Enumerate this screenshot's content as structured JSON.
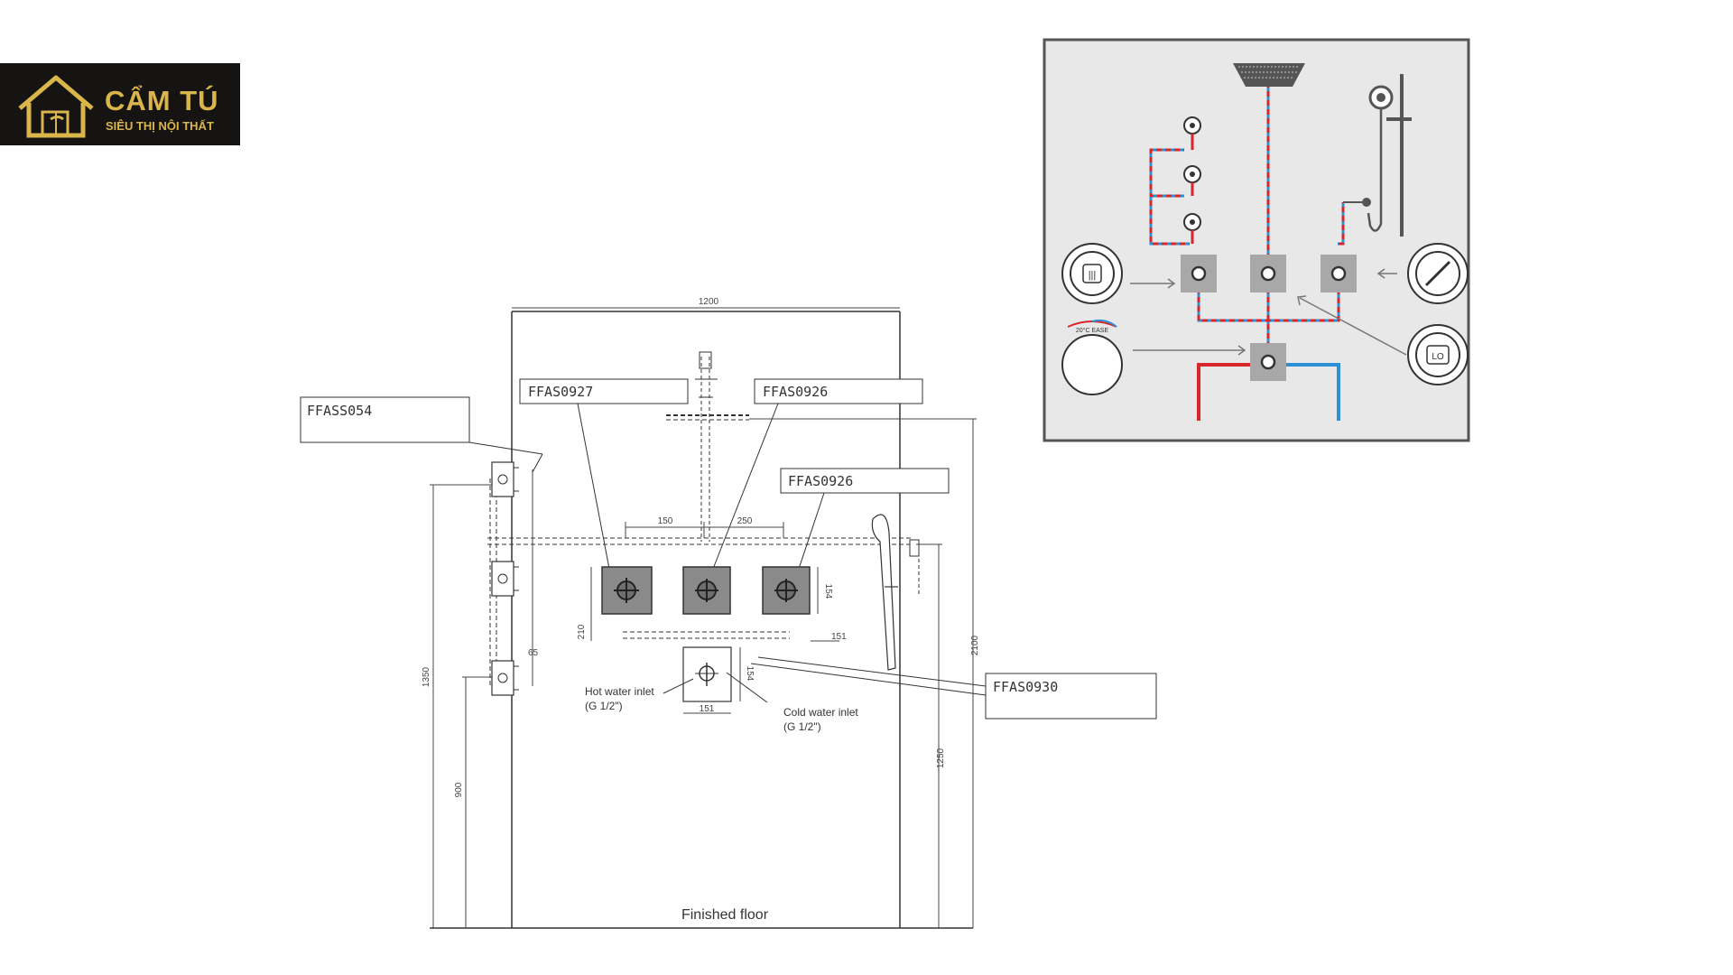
{
  "brand": {
    "name": "CẨM TÚ",
    "tagline": "SIÊU THỊ NỘI THẤT",
    "gold": "#d9b54a",
    "background": "#161412"
  },
  "drawing": {
    "labels": {
      "ffass0054": "FFASS054",
      "ffas0927": "FFAS0927",
      "ffas0926_top": "FFAS0926",
      "ffas0926_right": "FFAS0926",
      "ffas0930": "FFAS0930"
    },
    "dimensions": {
      "total_width": "1200",
      "spacing_left": "150",
      "spacing_right": "250",
      "valve_height": "154",
      "valve_width_small": "151",
      "valve_offset": "210",
      "mixer_width": "151",
      "mixer_height": "154",
      "side_small": "65",
      "left_total": "1350",
      "left_lower": "900",
      "right_total": "2100",
      "right_inner": "1250"
    },
    "notes": {
      "hot_inlet_line1": "Hot water inlet",
      "hot_inlet_line2": "(G 1/2\")",
      "cold_inlet_line1": "Cold water inlet",
      "cold_inlet_line2": "(G 1/2\")",
      "floor": "Finished floor"
    }
  },
  "schematic": {
    "colors": {
      "panel": "#e8e8e8",
      "border": "#555555",
      "hot": "#d9262b",
      "cold": "#2f8fd4",
      "valve": "#a8a8a8"
    },
    "knob_markers": {
      "left": "|||",
      "right_lower": "LO"
    },
    "scale_text": "20°C  EASE"
  }
}
